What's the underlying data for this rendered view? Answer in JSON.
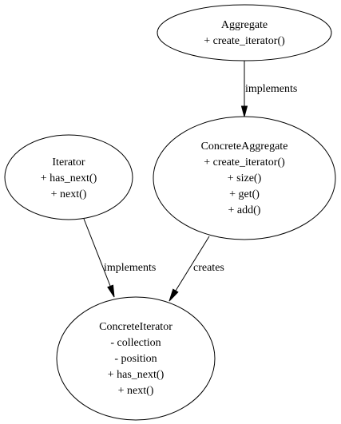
{
  "diagram": {
    "nodes": {
      "aggregate": {
        "lines": [
          "Aggregate",
          "+ create_iterator()"
        ]
      },
      "concrete_aggregate": {
        "lines": [
          "ConcreteAggregate",
          "+ create_iterator()",
          "+ size()",
          "+ get()",
          "+ add()"
        ]
      },
      "iterator": {
        "lines": [
          "Iterator",
          "+ has_next()",
          "+ next()"
        ]
      },
      "concrete_iterator": {
        "lines": [
          "ConcreteIterator",
          "- collection",
          "- position",
          "+ has_next()",
          "+ next()"
        ]
      }
    },
    "edges": {
      "aggregate_to_concrete_aggregate": {
        "label": "implements"
      },
      "iterator_to_concrete_iterator": {
        "label": "implements"
      },
      "concrete_aggregate_to_concrete_iterator": {
        "label": "creates"
      }
    }
  }
}
